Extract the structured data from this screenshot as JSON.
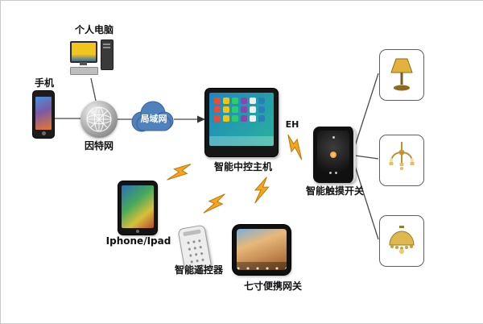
{
  "nodes": {
    "pc": {
      "label": "个人电脑"
    },
    "phone": {
      "label": "手机"
    },
    "internet": {
      "label": "因特网"
    },
    "lan": {
      "label": "局域网"
    },
    "host": {
      "label": "智能中控主机"
    },
    "eh": {
      "label": "EH"
    },
    "switch": {
      "label": "智能触摸开关"
    },
    "ipad": {
      "label": "Iphone/Ipad"
    },
    "remote": {
      "label": "智能遥控器"
    },
    "gateway": {
      "label": "七寸便携网关"
    },
    "lamp_table": {
      "label": "table-lamp"
    },
    "lamp_chandelier": {
      "label": "chandelier"
    },
    "lamp_ceiling": {
      "label": "ceiling-lamp"
    }
  },
  "edges": [
    {
      "from": "pc",
      "to": "internet",
      "type": "line"
    },
    {
      "from": "phone",
      "to": "internet",
      "type": "line"
    },
    {
      "from": "internet",
      "to": "lan",
      "type": "line"
    },
    {
      "from": "lan",
      "to": "host",
      "type": "arrow"
    },
    {
      "from": "host",
      "to": "switch",
      "type": "lightning",
      "label": "EH"
    },
    {
      "from": "switch",
      "to": "lamp_table",
      "type": "line"
    },
    {
      "from": "switch",
      "to": "lamp_chandelier",
      "type": "line"
    },
    {
      "from": "switch",
      "to": "lamp_ceiling",
      "type": "line"
    },
    {
      "from": "host",
      "to": "ipad",
      "type": "lightning"
    },
    {
      "from": "remote",
      "to": "host",
      "type": "lightning"
    },
    {
      "from": "gateway",
      "to": "host",
      "type": "lightning"
    }
  ],
  "colors": {
    "lan_cloud": "#4f81bd",
    "lightning": "#f6a41f",
    "connector": "#4a4a4a"
  }
}
